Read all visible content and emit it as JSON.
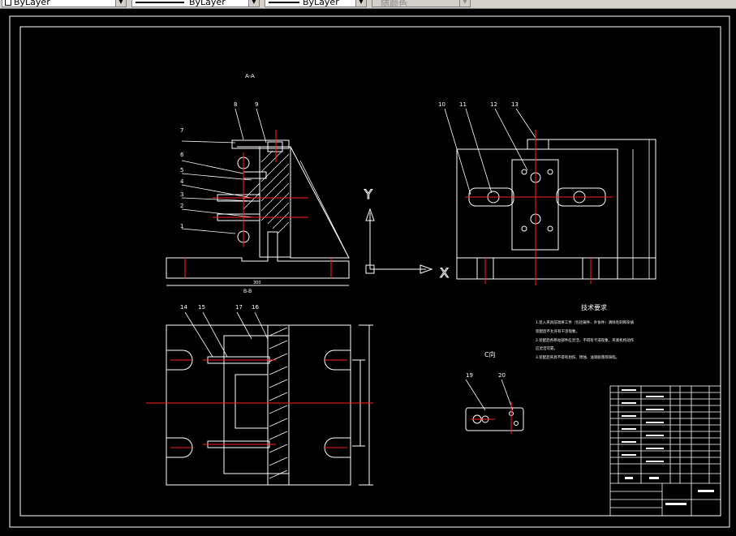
{
  "toolbar": {
    "color_value": "ByLayer",
    "linetype_value": "ByLayer",
    "lineweight_value": "ByLayer",
    "plotstyle_value": "随颜色"
  },
  "drawing": {
    "section_top": "A-A",
    "section_bottom": "B-B",
    "view_c": "C向",
    "tech_title": "技术要求",
    "tech_lines": [
      "1.装入夹具前须将工件（包括铸件、外协件）清除毛刺和杂质",
      "装配后不允许有干涉现象。",
      "2.装配后各移动部件应灵活，不得有卡滞现象，夹紧机构动作",
      "应灵活可靠。",
      "3.装配后夹具不得有划伤、锈蚀、油漆脱落等缺陷。"
    ],
    "axis_y": "Y",
    "axis_x": "X",
    "callouts_left": [
      "7",
      "6",
      "5",
      "4",
      "3",
      "2",
      "1"
    ],
    "callouts_top_left": [
      "8",
      "9"
    ],
    "callouts_right": [
      "10",
      "11",
      "12",
      "13"
    ],
    "callouts_bottom": [
      "14",
      "15",
      "17",
      "16"
    ],
    "callouts_c": [
      "19",
      "20"
    ]
  }
}
